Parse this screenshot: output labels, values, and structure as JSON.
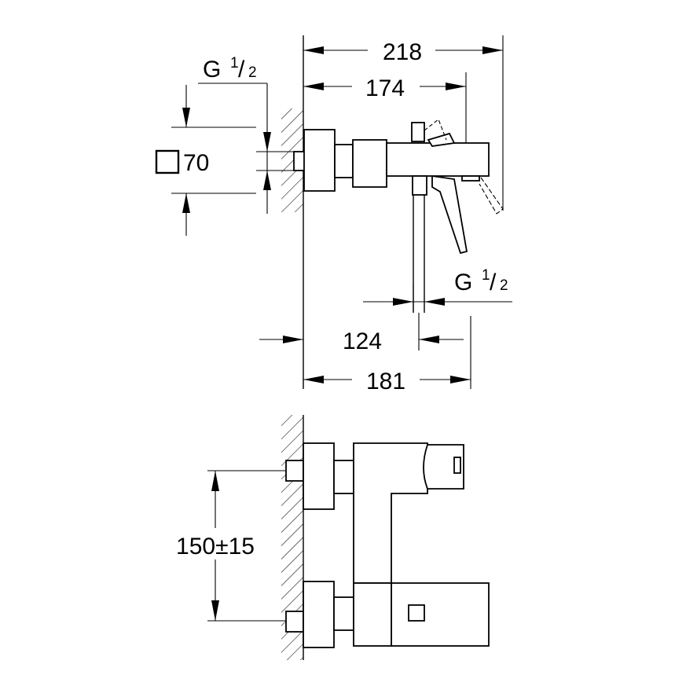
{
  "dimensions": {
    "overall_depth": "218",
    "body_depth": "174",
    "escutcheon_size": "70",
    "outlet_position": "124",
    "outlet_depth": "181",
    "inlet_spacing": "150±15"
  },
  "threads": {
    "inlet": {
      "main": "G",
      "numerator": "1",
      "denominator": "2"
    },
    "outlet": {
      "main": "G",
      "numerator": "1",
      "denominator": "2"
    }
  },
  "icons": {
    "square_symbol": "square-cross-section-icon"
  }
}
